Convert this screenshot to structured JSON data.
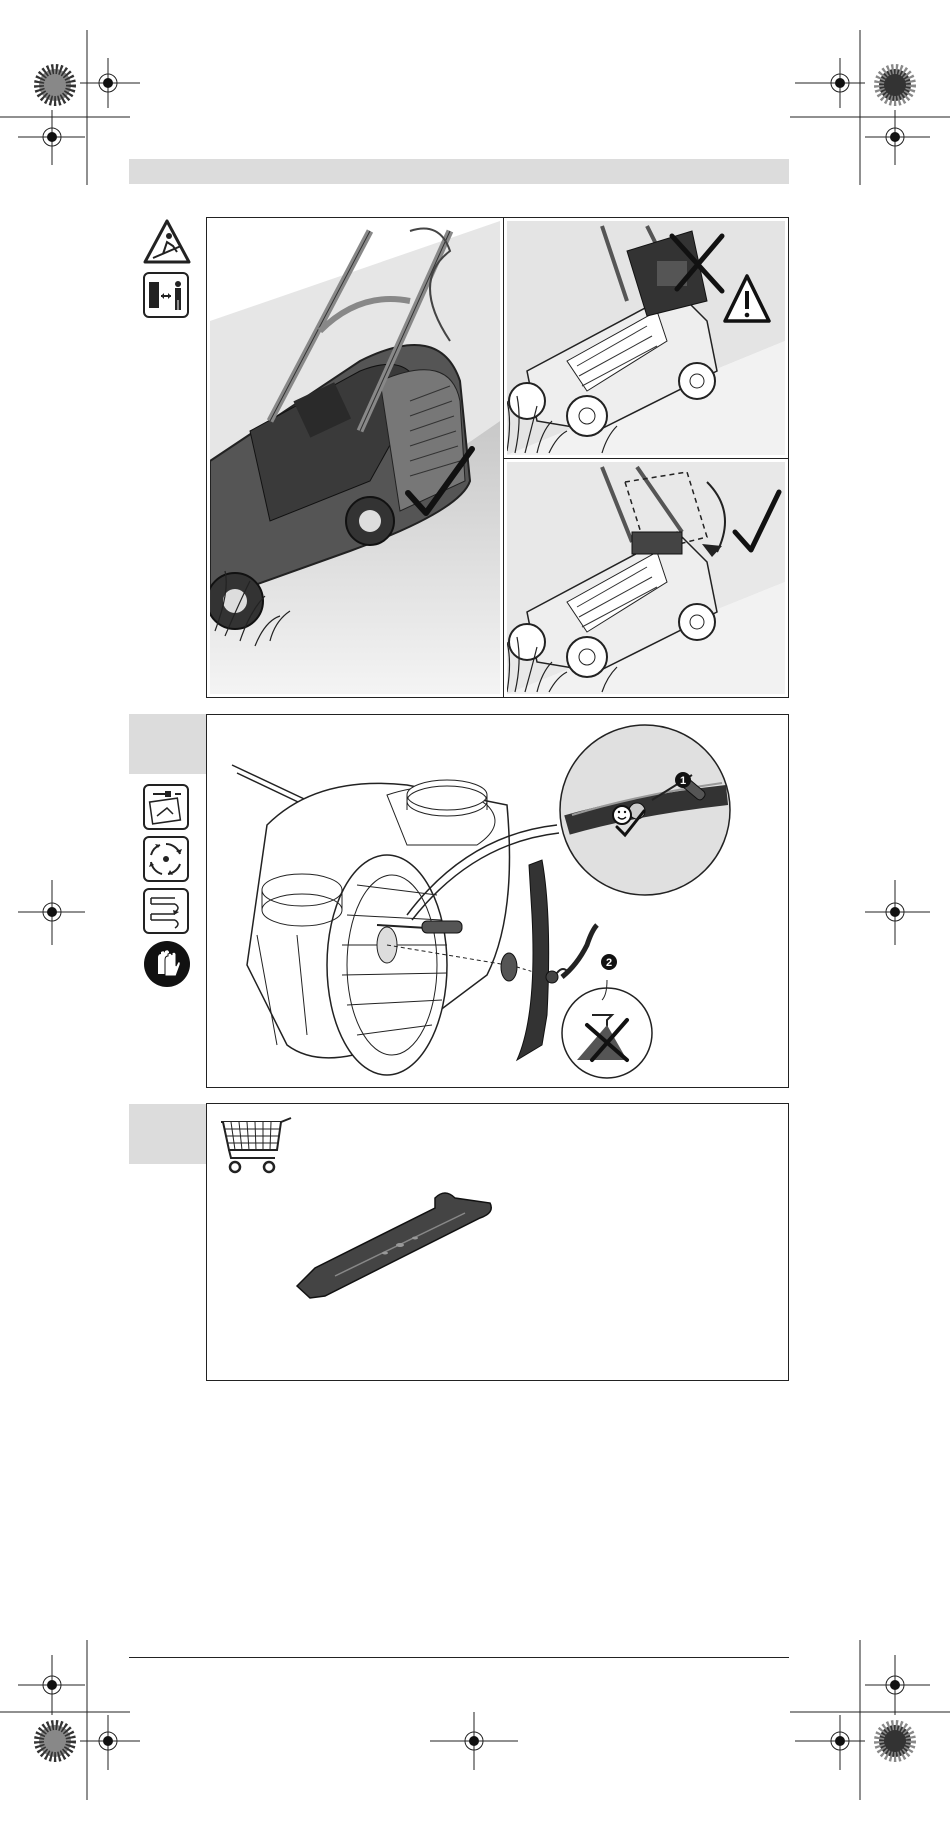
{
  "header": {
    "bar_color": "#dcdcdc"
  },
  "section1": {
    "left_icons": [
      "slope-warning-icon",
      "distance-person-icon"
    ],
    "panels": [
      {
        "name": "mower-on-slope-correct",
        "mark": "check-icon"
      },
      {
        "name": "mower-grassbox-removed-wrong",
        "mark": "cross-icon",
        "extra": "warning-triangle-icon"
      },
      {
        "name": "mower-flap-closed-correct",
        "mark": "check-icon"
      }
    ]
  },
  "section2": {
    "left_icons": [
      "unplug-icon",
      "blade-rotation-icon",
      "wait-stop-icon",
      "gloves-icon"
    ],
    "callouts": [
      "1",
      "2"
    ],
    "marks": [
      "smiley-check-icon",
      "no-hammer-cross-icon"
    ]
  },
  "section3": {
    "icons": [
      "shopping-cart-icon"
    ],
    "item": "replacement-blade"
  },
  "registration_marks": [
    "crosshair-icon",
    "color-wheel-icon"
  ]
}
